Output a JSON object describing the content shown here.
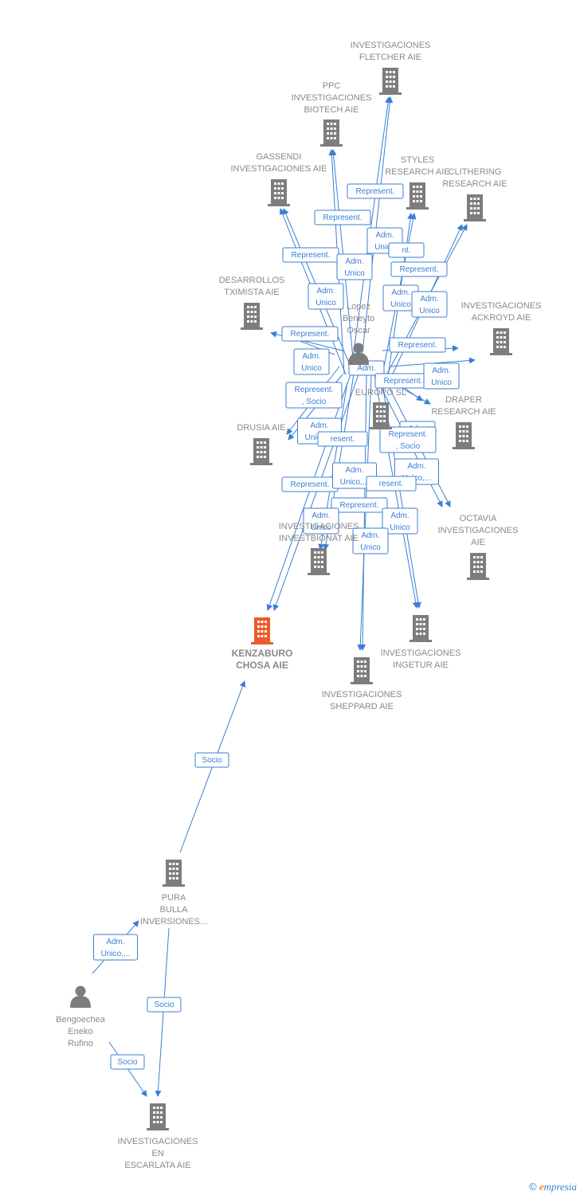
{
  "colors": {
    "edge": "#3a7fd5",
    "company": "#7d7d7d",
    "company_main": "#ee5a2b",
    "person": "#7d7d7d",
    "label": "#8a8a8a"
  },
  "nodes": {
    "fletcher": {
      "type": "company",
      "lines": [
        "INVESTIGACIONES",
        "FLETCHER AIE"
      ]
    },
    "ppc": {
      "type": "company",
      "lines": [
        "PPC",
        "INVESTIGACIONES",
        "BIOTECH  AIE"
      ]
    },
    "gassendi": {
      "type": "company",
      "lines": [
        "GASSENDI",
        "INVESTIGACIONES AIE"
      ]
    },
    "styles": {
      "type": "company",
      "lines": [
        "STYLES",
        "RESEARCH AIE"
      ]
    },
    "clithering": {
      "type": "company",
      "lines": [
        "CLITHERING",
        "RESEARCH AIE"
      ]
    },
    "desarrollos": {
      "type": "company",
      "lines": [
        "DESARROLLOS",
        "TXIMISTA AIE"
      ]
    },
    "lopez": {
      "type": "person",
      "lines": [
        "Lopez",
        "Beneyto",
        "Oscar"
      ]
    },
    "ackroyd": {
      "type": "company",
      "lines": [
        "INVESTIGACIONES",
        "ACKROYD AIE"
      ]
    },
    "europo": {
      "type": "company",
      "lines": [
        "EUROPO  SL"
      ]
    },
    "draper": {
      "type": "company",
      "lines": [
        "DRAPER",
        "RESEARCH AIE"
      ]
    },
    "drusia": {
      "type": "company",
      "lines": [
        "DRUSIA  AIE"
      ]
    },
    "investbionat": {
      "type": "company",
      "lines": [
        "INVESTIGACIONES",
        "INVESTBIONAT AIE"
      ]
    },
    "octavia": {
      "type": "company",
      "lines": [
        "OCTAVIA",
        "INVESTIGACIONES",
        "AIE"
      ]
    },
    "kenzaburo": {
      "type": "company_main",
      "lines": [
        "KENZABURO",
        "CHOSA AIE"
      ]
    },
    "ingetur": {
      "type": "company",
      "lines": [
        "INVESTIGACIONES",
        "INGETUR AIE"
      ]
    },
    "sheppard": {
      "type": "company",
      "lines": [
        "INVESTIGACIONES",
        "SHEPPARD AIE"
      ]
    },
    "pura": {
      "type": "company",
      "lines": [
        "PURA",
        "BULLA",
        "INVERSIONES..."
      ]
    },
    "bengoechea": {
      "type": "person",
      "lines": [
        "Bengoechea",
        "Eneko",
        "Rufino"
      ]
    },
    "escarlata": {
      "type": "company",
      "lines": [
        "INVESTIGACIONES",
        "EN",
        "ESCARLATA AIE"
      ]
    }
  },
  "edge_labels": {
    "represent": "Represent.",
    "adm_unico": [
      "Adm.",
      "Unico"
    ],
    "adm_unico_trunc": [
      "Adm.",
      "Unico,..."
    ],
    "represent_socio": [
      "Represent.",
      ", Socio"
    ],
    "socio": "Socio",
    "represent_trunc": "Represent.",
    "adm_trunc": "Adm.",
    "present": "resent.",
    "nt": "nt."
  },
  "footer": {
    "copyright": "©",
    "brand_initial": "e",
    "brand_rest": "mpresia"
  }
}
